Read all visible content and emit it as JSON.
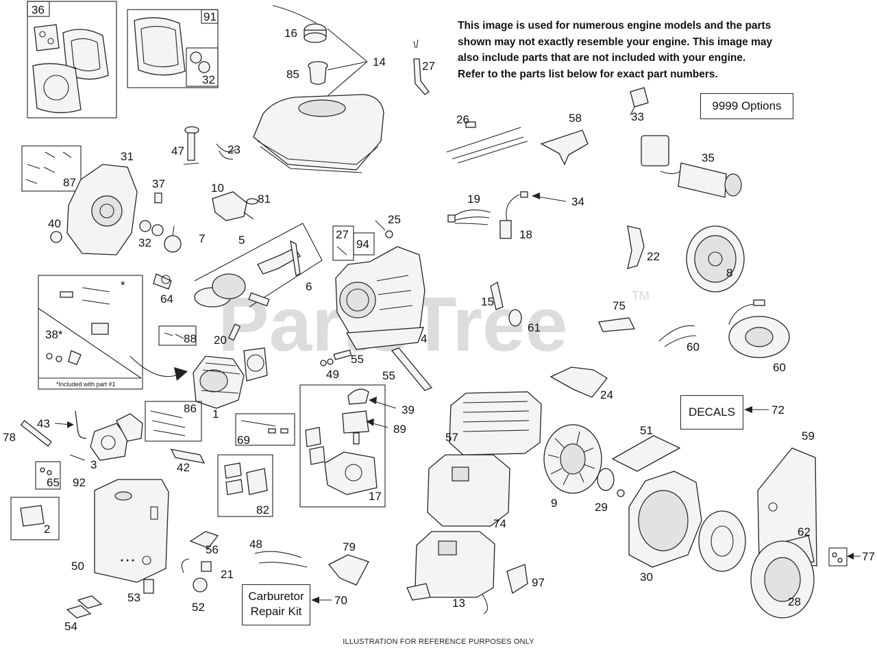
{
  "notice_lines": [
    "This image is used for numerous engine models and the parts",
    "shown may not exactly resemble your engine. This image may",
    "also include parts that are not included with your engine.",
    "Refer to the parts list below for exact part numbers."
  ],
  "watermark": "PartsTree",
  "trademark": "TM",
  "options_label": "9999  Options",
  "decals_label": "DECALS",
  "carb_label_line1": "Carburetor",
  "carb_label_line2": "Repair Kit",
  "included_note": "*Included with part #1",
  "footer": "ILLUSTRATION FOR REFERENCE PURPOSES ONLY",
  "callouts": {
    "c36": "36",
    "c91": "91",
    "c32a": "32",
    "c16": "16",
    "c14": "14",
    "c85": "85",
    "c27a": "27",
    "c31": "31",
    "c87": "87",
    "c47": "47",
    "c23": "23",
    "c37": "37",
    "c10": "10",
    "c81": "81",
    "c40": "40",
    "c32b": "32",
    "c7": "7",
    "c5": "5",
    "c6": "6",
    "c27b": "27",
    "c94": "94",
    "c25": "25",
    "c26": "26",
    "c58": "58",
    "c33": "33",
    "c35": "35",
    "c19": "19",
    "c34": "34",
    "c18": "18",
    "c22": "22",
    "c8": "8",
    "c64": "64",
    "c38": "38*",
    "c88": "88",
    "c20": "20",
    "c15": "15",
    "c61": "61",
    "c75": "75",
    "c4": "4",
    "c60a": "60",
    "c60b": "60",
    "c55a": "55",
    "c49": "49",
    "c55b": "55",
    "c24": "24",
    "c1": "1",
    "c86": "86",
    "c39": "39",
    "c89": "89",
    "c72": "72",
    "c69": "69",
    "c57": "57",
    "c51": "51",
    "c59": "59",
    "c78": "78",
    "c43": "43",
    "c3": "3",
    "c42": "42",
    "c65": "65",
    "c92": "92",
    "c17": "17",
    "c74": "74",
    "c9": "9",
    "c29": "29",
    "c82": "82",
    "c2": "2",
    "c50": "50",
    "c56": "56",
    "c48": "48",
    "c79": "79",
    "c21": "21",
    "c53": "53",
    "c52": "52",
    "c13": "13",
    "c97": "97",
    "c30": "30",
    "c62": "62",
    "c77": "77",
    "c28": "28",
    "c54": "54",
    "c70": "70",
    "star": "*"
  },
  "colors": {
    "ink": "#222222",
    "watermark": "#d9d9d9",
    "part_fill": "#f4f4f4"
  }
}
